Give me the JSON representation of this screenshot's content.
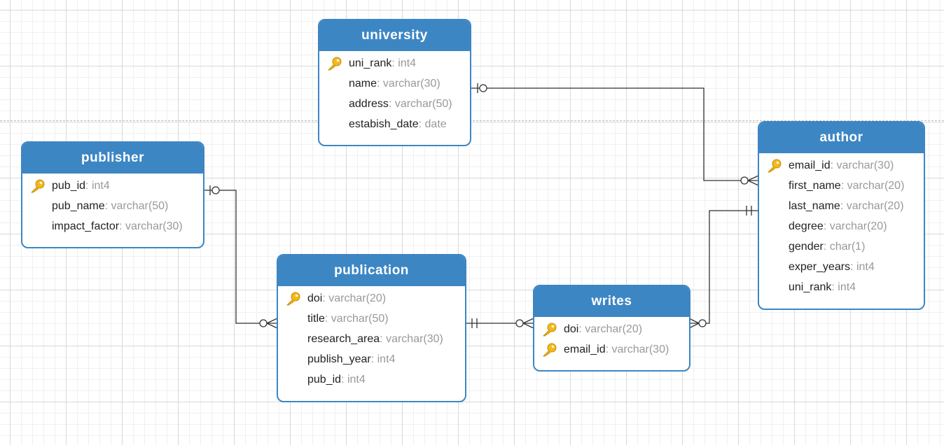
{
  "tables": {
    "university": {
      "name": "university",
      "fields": [
        {
          "name": "uni_rank",
          "type": ": int4",
          "pk": true
        },
        {
          "name": "name",
          "type": ": varchar(30)",
          "pk": false
        },
        {
          "name": "address",
          "type": ": varchar(50)",
          "pk": false
        },
        {
          "name": "estabish_date",
          "type": ": date",
          "pk": false
        }
      ]
    },
    "publisher": {
      "name": "publisher",
      "fields": [
        {
          "name": "pub_id",
          "type": ": int4",
          "pk": true
        },
        {
          "name": "pub_name",
          "type": ": varchar(50)",
          "pk": false
        },
        {
          "name": "impact_factor",
          "type": ": varchar(30)",
          "pk": false
        }
      ]
    },
    "publication": {
      "name": "publication",
      "fields": [
        {
          "name": "doi",
          "type": ": varchar(20)",
          "pk": true
        },
        {
          "name": "title",
          "type": ": varchar(50)",
          "pk": false
        },
        {
          "name": "research_area",
          "type": ": varchar(30)",
          "pk": false
        },
        {
          "name": "publish_year",
          "type": ": int4",
          "pk": false
        },
        {
          "name": "pub_id",
          "type": ": int4",
          "pk": false
        }
      ]
    },
    "writes": {
      "name": "writes",
      "fields": [
        {
          "name": "doi",
          "type": ": varchar(20)",
          "pk": true
        },
        {
          "name": "email_id",
          "type": ": varchar(30)",
          "pk": true
        }
      ]
    },
    "author": {
      "name": "author",
      "fields": [
        {
          "name": "email_id",
          "type": ": varchar(30)",
          "pk": true
        },
        {
          "name": "first_name",
          "type": ": varchar(20)",
          "pk": false
        },
        {
          "name": "last_name",
          "type": ": varchar(20)",
          "pk": false
        },
        {
          "name": "degree",
          "type": ": varchar(20)",
          "pk": false
        },
        {
          "name": "gender",
          "type": ": char(1)",
          "pk": false
        },
        {
          "name": "exper_years",
          "type": ": int4",
          "pk": false
        },
        {
          "name": "uni_rank",
          "type": ": int4",
          "pk": false
        }
      ]
    }
  },
  "relationships": [
    {
      "from": "university",
      "to": "author",
      "from_cardinality": "zero-or-one",
      "to_cardinality": "zero-or-many"
    },
    {
      "from": "publisher",
      "to": "publication",
      "from_cardinality": "zero-or-one",
      "to_cardinality": "zero-or-many"
    },
    {
      "from": "publication",
      "to": "writes",
      "from_cardinality": "exactly-one",
      "to_cardinality": "zero-or-many"
    },
    {
      "from": "author",
      "to": "writes",
      "from_cardinality": "exactly-one",
      "to_cardinality": "zero-or-many"
    }
  ],
  "colors": {
    "header": "#3d86c4",
    "field_name": "#222222",
    "field_type": "#999999",
    "key_icon": "#f2b81e",
    "connector": "#333333"
  },
  "icons": {
    "primary_key": "key-icon"
  }
}
